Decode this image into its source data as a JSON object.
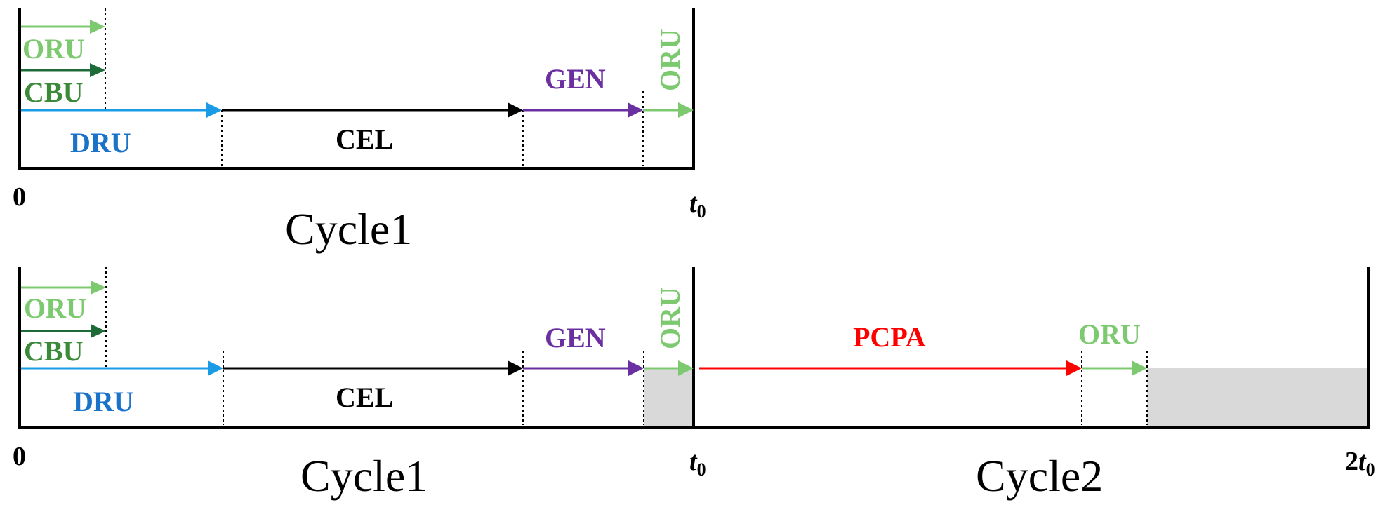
{
  "colors": {
    "oru": "#7dc96f",
    "cbu": "#1e6b3a",
    "dru": "#1a9be6",
    "dru_label": "#1a73c8",
    "cbu_label": "#3a8a3a",
    "cel": "#000000",
    "gen": "#6a2fa0",
    "pcpa": "#ff0000",
    "idle_fill": "#d9d9d9"
  },
  "top": {
    "labels": {
      "oru": "ORU",
      "cbu": "CBU",
      "dru": "DRU",
      "cel": "CEL",
      "gen": "GEN",
      "oru_vertical": "ORU"
    },
    "tick_zero": "0",
    "tick_t0_main": "t",
    "tick_t0_sub": "0",
    "cycle_label": "Cycle1"
  },
  "bottom": {
    "labels": {
      "oru": "ORU",
      "cbu": "CBU",
      "dru": "DRU",
      "cel": "CEL",
      "gen": "GEN",
      "oru_vertical": "ORU",
      "pcpa": "PCPA",
      "oru_cycle2": "ORU"
    },
    "tick_zero": "0",
    "tick_t0_main": "t",
    "tick_t0_sub": "0",
    "tick_2t0_coef": "2",
    "tick_2t0_main": "t",
    "tick_2t0_sub": "0",
    "cycle1_label": "Cycle1",
    "cycle2_label": "Cycle2"
  }
}
